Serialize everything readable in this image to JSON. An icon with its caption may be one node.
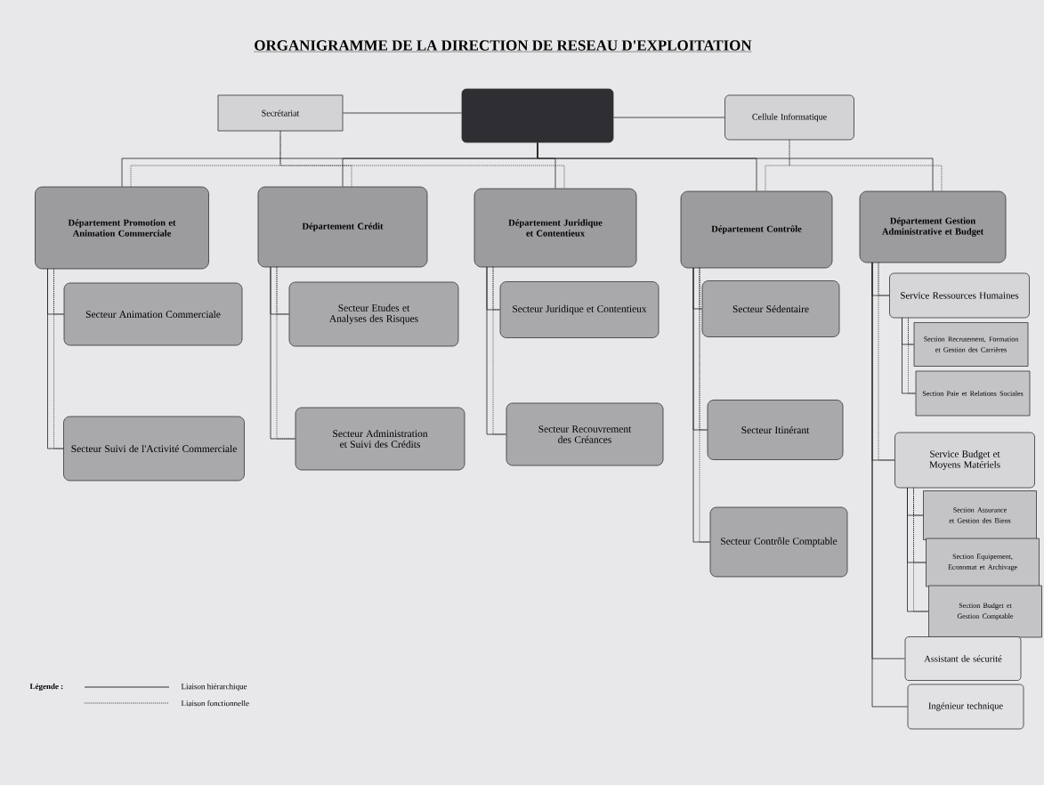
{
  "diagram": {
    "title": "ORGANIGRAMME DE LA DIRECTION DE RESEAU D'EXPLOITATION",
    "nodes": [
      {
        "text": [
          "Secrétariat"
        ]
      },
      {
        "text": [],
        "shape": "box"
      },
      {
        "text": [
          "Cellule Informatique"
        ]
      },
      {
        "text": [
          "Département Promotion et Animation Commerciale"
        ]
      },
      {
        "text": [
          "Département Crédit"
        ]
      },
      {
        "text": [
          "Département Juridique et Contentieux"
        ]
      },
      {
        "text": [
          "Département Contrôle"
        ]
      },
      {
        "text": [
          "Département Gestion Administrative et Budget"
        ]
      },
      {
        "text": [
          "Secteur Animation Commerciale"
        ]
      },
      {
        "text": [
          "Secteur Suivi de l'Activité Commerciale"
        ]
      },
      {
        "text": [
          "Secteur Etudes et Analyses des Risques"
        ]
      },
      {
        "text": [
          "Secteur Administration et Suivi des Crédits"
        ]
      },
      {
        "text": [
          "Secteur Juridique et Contentieux"
        ]
      },
      {
        "text": [
          "Secteur Recouvrement des Créances"
        ]
      },
      {
        "text": [
          "Secteur Sédentaire"
        ]
      },
      {
        "text": [
          "Secteur Itinérant"
        ]
      },
      {
        "text": [
          "Secteur Contrôle Comptable"
        ]
      },
      {
        "text": [
          "Service Ressources Humaines"
        ]
      },
      {
        "text": [
          "Section Recrutement, Formation et Gestion des Carrières"
        ]
      },
      {
        "text": [
          "Section Paie et Relations Sociales"
        ]
      },
      {
        "text": [
          "Service Budget et Moyens Matériels"
        ]
      },
      {
        "text": [
          "Section Assurance et Gestion des Biens"
        ]
      },
      {
        "text": [
          "Section Equipement, Economat et Archivage"
        ]
      },
      {
        "text": [
          "Section Budget et Gestion Comptable"
        ]
      },
      {
        "text": [
          "Assistant de sécurité"
        ]
      },
      {
        "text": [
          "Ingénieur technique"
        ]
      }
    ],
    "edges": [
      {
        "from": 1,
        "to": 0,
        "arrow": "none"
      },
      {
        "from": 1,
        "to": 2,
        "arrow": "none"
      },
      {
        "from": 1,
        "to": 3,
        "arrow": "none"
      },
      {
        "from": 1,
        "to": 4,
        "arrow": "none"
      },
      {
        "from": 1,
        "to": 5,
        "arrow": "none"
      },
      {
        "from": 1,
        "to": 6,
        "arrow": "none"
      },
      {
        "from": 1,
        "to": 7,
        "arrow": "none"
      },
      {
        "from": 0,
        "to": 3,
        "arrow": "none",
        "style": "dashed"
      },
      {
        "from": 0,
        "to": 4,
        "arrow": "none",
        "style": "dashed"
      },
      {
        "from": 0,
        "to": 5,
        "arrow": "none",
        "style": "dashed"
      },
      {
        "from": 2,
        "to": 6,
        "arrow": "none",
        "style": "dashed"
      },
      {
        "from": 2,
        "to": 7,
        "arrow": "none",
        "style": "dashed"
      },
      {
        "from": 3,
        "to": 8,
        "arrow": "none"
      },
      {
        "from": 3,
        "to": 9,
        "arrow": "none"
      },
      {
        "from": 3,
        "to": 8,
        "arrow": "none",
        "style": "dashed"
      },
      {
        "from": 3,
        "to": 9,
        "arrow": "none",
        "style": "dashed"
      },
      {
        "from": 4,
        "to": 10,
        "arrow": "none"
      },
      {
        "from": 4,
        "to": 11,
        "arrow": "none"
      },
      {
        "from": 4,
        "to": 10,
        "arrow": "none",
        "style": "dashed"
      },
      {
        "from": 4,
        "to": 11,
        "arrow": "none",
        "style": "dashed"
      },
      {
        "from": 5,
        "to": 12,
        "arrow": "none"
      },
      {
        "from": 5,
        "to": 13,
        "arrow": "none"
      },
      {
        "from": 5,
        "to": 12,
        "arrow": "none",
        "style": "dashed"
      },
      {
        "from": 5,
        "to": 13,
        "arrow": "none",
        "style": "dashed"
      },
      {
        "from": 6,
        "to": 14,
        "arrow": "none"
      },
      {
        "from": 6,
        "to": 15,
        "arrow": "none"
      },
      {
        "from": 6,
        "to": 16,
        "arrow": "none"
      },
      {
        "from": 6,
        "to": 14,
        "arrow": "none",
        "style": "dashed"
      },
      {
        "from": 6,
        "to": 15,
        "arrow": "none",
        "style": "dashed"
      },
      {
        "from": 6,
        "to": 16,
        "arrow": "none",
        "style": "dashed"
      },
      {
        "from": 7,
        "to": 17,
        "arrow": "none"
      },
      {
        "from": 7,
        "to": 20,
        "arrow": "none"
      },
      {
        "from": 7,
        "to": 24,
        "arrow": "none"
      },
      {
        "from": 7,
        "to": 25,
        "arrow": "none"
      },
      {
        "from": 7,
        "to": 17,
        "arrow": "none",
        "style": "dashed"
      },
      {
        "from": 7,
        "to": 20,
        "arrow": "none",
        "style": "dashed"
      },
      {
        "from": 17,
        "to": 18,
        "arrow": "none"
      },
      {
        "from": 17,
        "to": 19,
        "arrow": "none"
      },
      {
        "from": 17,
        "to": 18,
        "arrow": "none",
        "style": "dashed"
      },
      {
        "from": 17,
        "to": 19,
        "arrow": "none",
        "style": "dashed"
      },
      {
        "from": 20,
        "to": 21,
        "arrow": "none"
      },
      {
        "from": 20,
        "to": 22,
        "arrow": "none"
      },
      {
        "from": 20,
        "to": 23,
        "arrow": "none"
      },
      {
        "from": 20,
        "to": 21,
        "arrow": "none",
        "style": "dashed"
      },
      {
        "from": 20,
        "to": 22,
        "arrow": "none",
        "style": "dashed"
      },
      {
        "from": 20,
        "to": 23,
        "arrow": "none",
        "style": "dashed"
      }
    ],
    "labels": [
      "Légende :"
    ],
    "legend": [
      {
        "text": "Liaison hiérarchique"
      },
      {
        "text": "Liaison fonctionnelle"
      }
    ]
  }
}
